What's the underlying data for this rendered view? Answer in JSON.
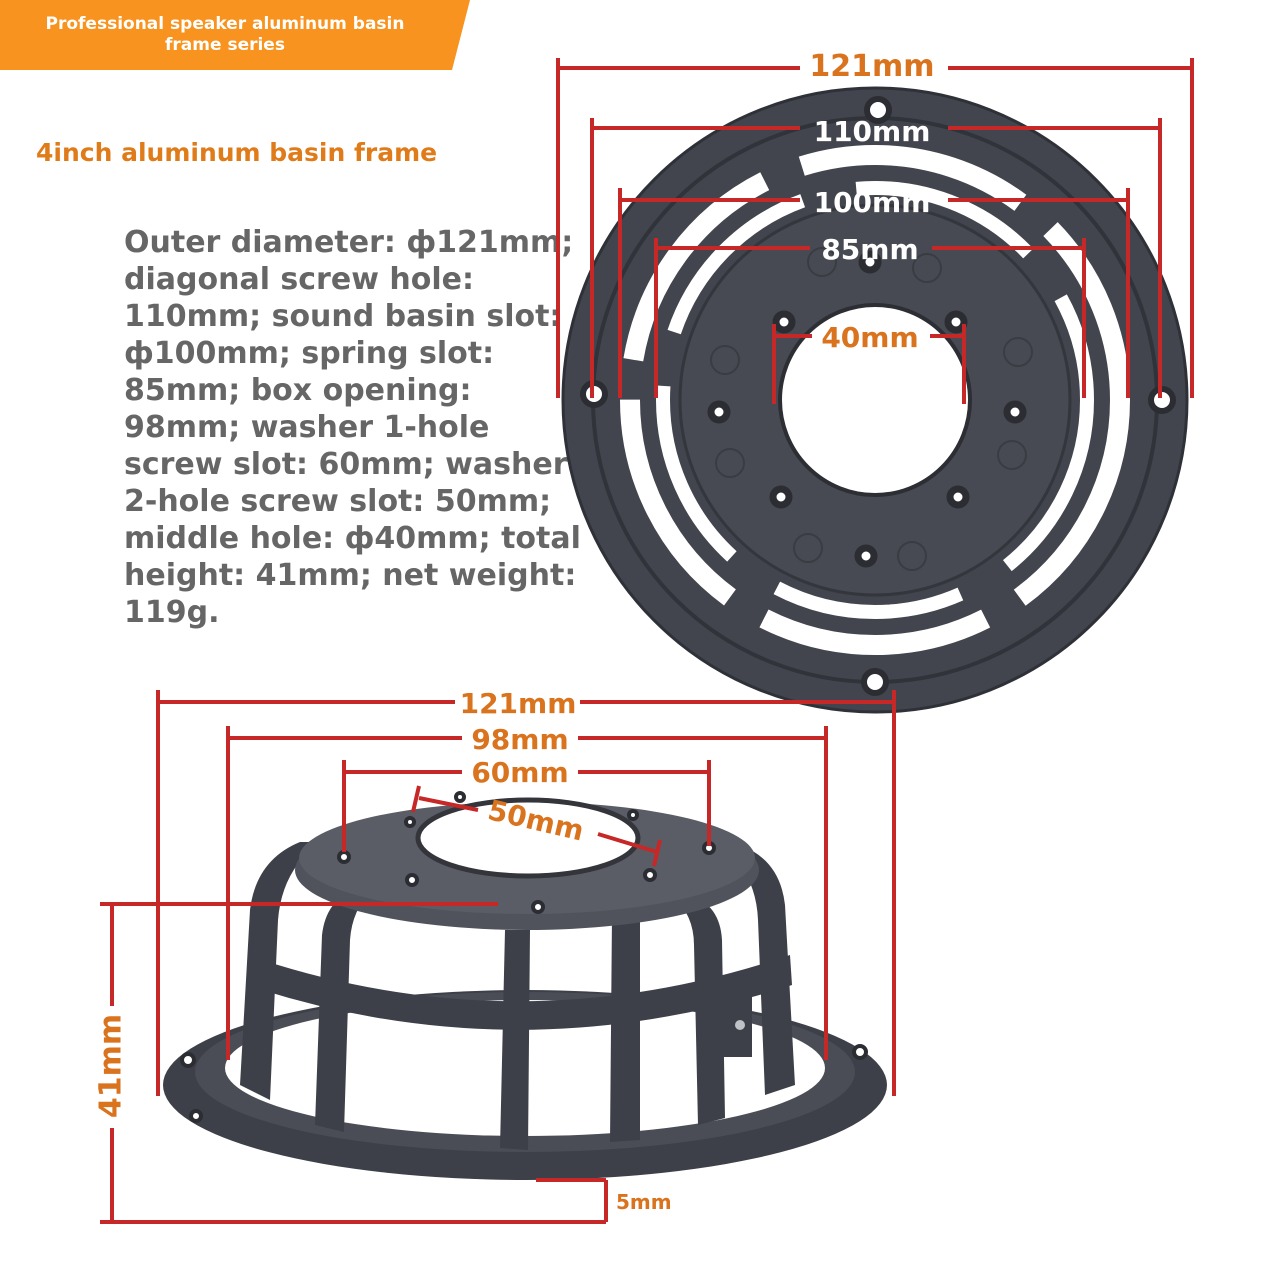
{
  "banner": {
    "title": "Professional speaker aluminum basin frame series",
    "color": "#f7931e"
  },
  "subtitle": "4inch aluminum basin frame",
  "specs": "Outer diameter: ф121mm; diagonal screw hole: 110mm; sound basin slot: ф100mm; spring slot: 85mm; box opening: 98mm; washer 1-hole screw slot: 60mm; washer 2-hole screw slot: 50mm; middle hole: ф40mm; total height: 41mm; net weight: 119g.",
  "top_dimensions": {
    "outer": "121mm",
    "screw_hole": "110mm",
    "basin_slot": "100mm",
    "spring_slot": "85mm",
    "middle_hole": "40mm"
  },
  "side_dimensions": {
    "outer": "121mm",
    "box_opening": "98mm",
    "washer_1_hole": "60mm",
    "washer_2_hole": "50mm",
    "height": "41mm",
    "flange": "5mm"
  },
  "colors": {
    "dimension_line": "#c62828",
    "label": "#d9731e",
    "frame": "#3d4048"
  }
}
